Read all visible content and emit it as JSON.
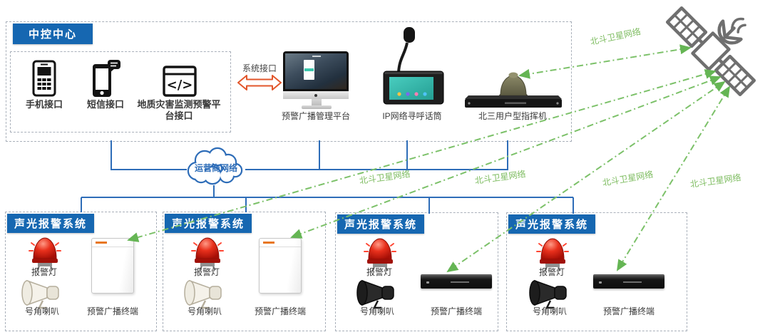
{
  "control_center": {
    "title": "中控中心",
    "interfaces": [
      {
        "label": "手机接口",
        "icon": "feature-phone-icon"
      },
      {
        "label": "短信接口",
        "icon": "sms-phone-icon"
      },
      {
        "label": "地质灾害监测预警平台接口",
        "icon": "code-window-icon"
      }
    ]
  },
  "system_interface": {
    "label": "系统接口"
  },
  "top_devices": {
    "management_platform": "预警广播管理平台",
    "paging_mic": "IP网络寻呼话筒",
    "command_machine": "北三用户型指挥机"
  },
  "carrier_network_label": "运营商网络",
  "beidou_network_label": "北斗卫星网络",
  "alarm_systems": [
    {
      "title": "声光报警系统",
      "alarm_light_label": "报警灯",
      "horn_label": "号角喇叭",
      "terminal_label": "预警广播终端",
      "terminal_type": "wallbox",
      "horn_color": "white"
    },
    {
      "title": "声光报警系统",
      "alarm_light_label": "报警灯",
      "horn_label": "号角喇叭",
      "terminal_label": "预警广播终端",
      "terminal_type": "wallbox",
      "horn_color": "white"
    },
    {
      "title": "声光报警系统",
      "alarm_light_label": "报警灯",
      "horn_label": "号角喇叭",
      "terminal_label": "预警广播终端",
      "terminal_type": "rack",
      "horn_color": "black"
    },
    {
      "title": "声光报警系统",
      "alarm_light_label": "报警灯",
      "horn_label": "号角喇叭",
      "terminal_label": "预警广播终端",
      "terminal_type": "rack",
      "horn_color": "black"
    }
  ],
  "colors": {
    "primary_blue": "#1667b1",
    "connector_blue": "#2e6db8",
    "beidou_green": "#7cc169",
    "interface_orange": "#e2562b",
    "alarm_red": "#d21408"
  }
}
